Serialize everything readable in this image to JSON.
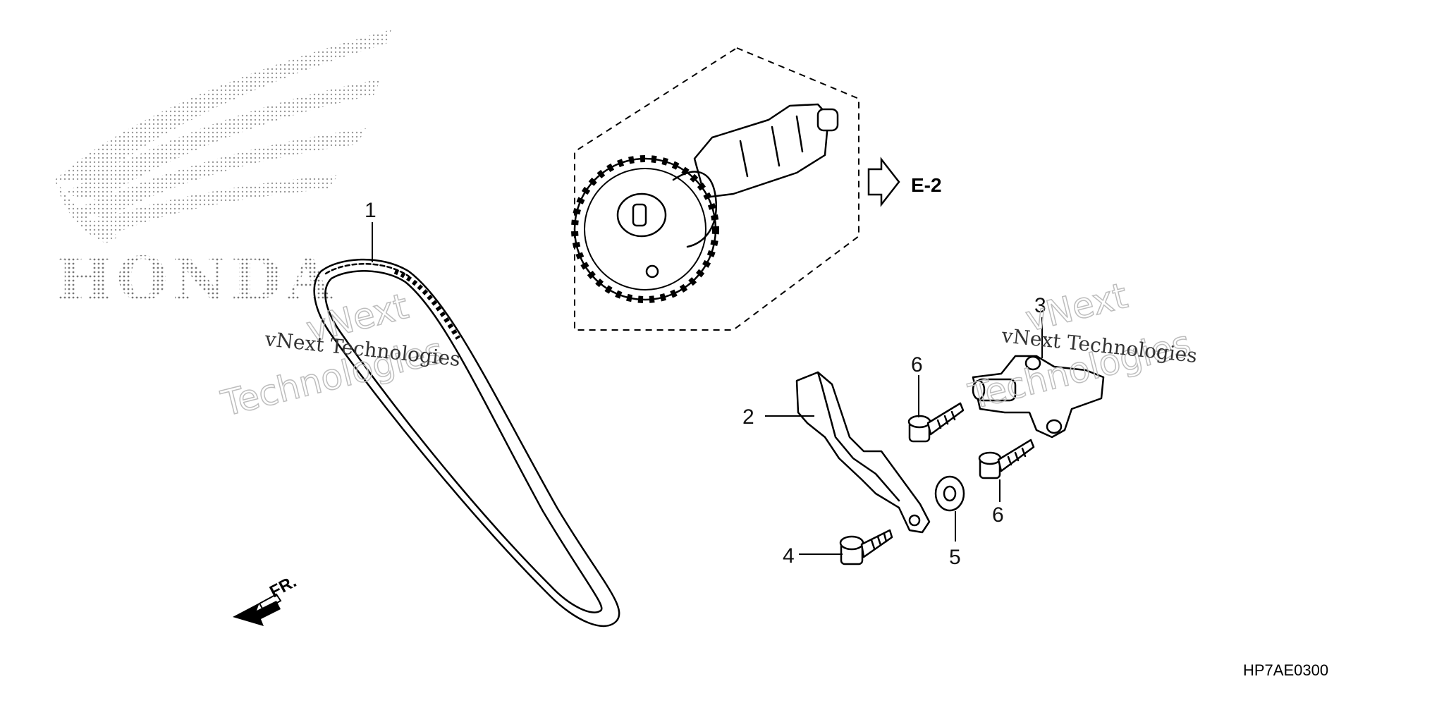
{
  "brand": {
    "logo_wordmark": "HONDA"
  },
  "watermark": {
    "company_line1": "vNext",
    "company_line2": "Technologies",
    "company_full": "vNext Technologies"
  },
  "callouts": {
    "part_1": "1",
    "part_2": "2",
    "part_3": "3",
    "part_4": "4",
    "part_5": "5",
    "part_6a": "6",
    "part_6b": "6"
  },
  "reference": {
    "section_link": "E-2",
    "front_marker": "FR.",
    "drawing_code": "HP7AE0300"
  },
  "parts_depicted": [
    {
      "ref": "1",
      "icon": "cam-chain-icon"
    },
    {
      "ref": "2",
      "icon": "tensioner-arm-icon"
    },
    {
      "ref": "3",
      "icon": "tensioner-lifter-icon"
    },
    {
      "ref": "4",
      "icon": "flange-bolt-icon"
    },
    {
      "ref": "5",
      "icon": "washer-icon"
    },
    {
      "ref": "6",
      "icon": "flange-bolt-icon"
    }
  ]
}
